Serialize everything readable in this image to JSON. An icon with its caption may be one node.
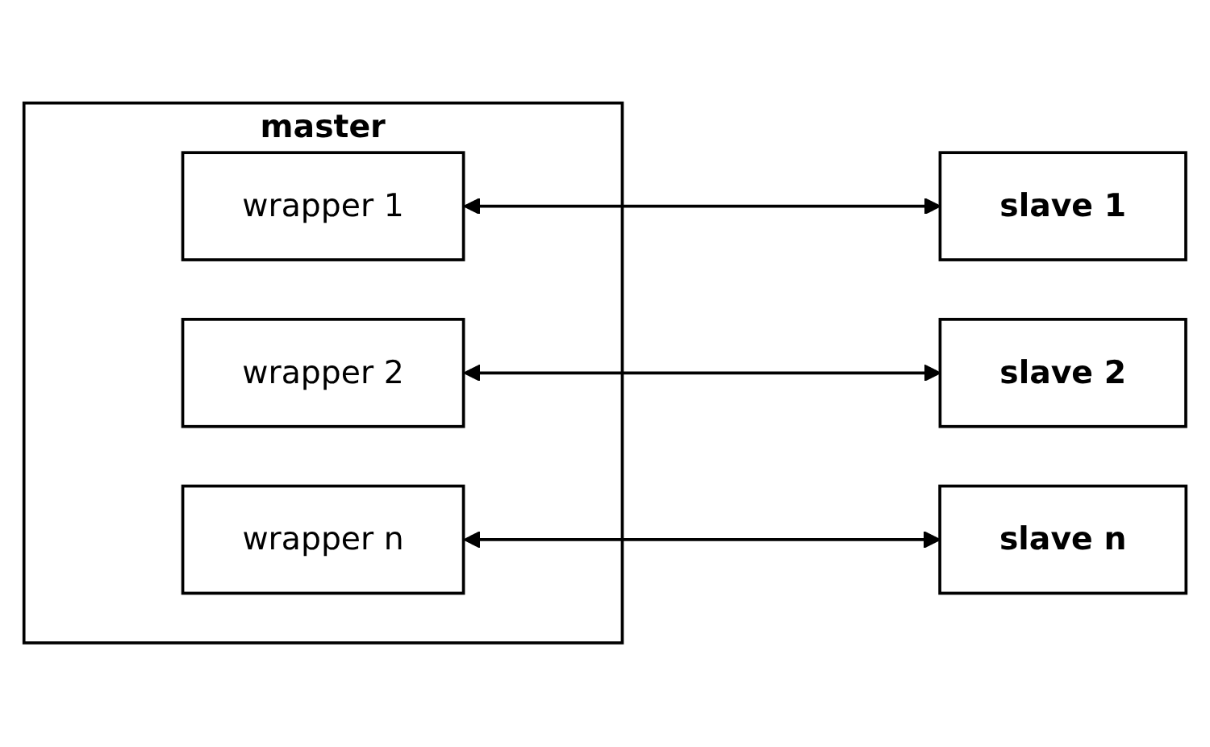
{
  "diagram": {
    "nodes": [
      {
        "text": [
          "master"
        ]
      },
      {
        "text": [
          "wrapper 1"
        ],
        "in": 0
      },
      {
        "text": [
          "wrapper 2"
        ],
        "in": 0
      },
      {
        "text": [
          "wrapper n"
        ],
        "in": 0
      },
      {
        "text": [
          "slave 1"
        ]
      },
      {
        "text": [
          "slave 2"
        ]
      },
      {
        "text": [
          "slave n"
        ]
      }
    ],
    "edges": [
      {
        "from": 1,
        "to": 4,
        "arrow": "both"
      },
      {
        "from": 2,
        "to": 5,
        "arrow": "both"
      },
      {
        "from": 3,
        "to": 6,
        "arrow": "both"
      }
    ]
  }
}
